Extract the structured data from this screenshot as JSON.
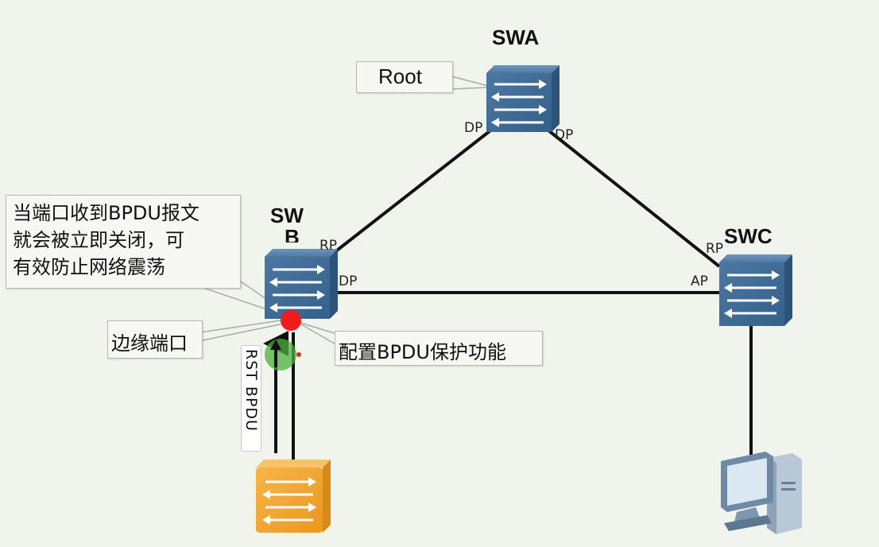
{
  "devices": {
    "swa": {
      "name": "SWA"
    },
    "swb": {
      "name_line1": "SW",
      "name_line2": "B"
    },
    "swc": {
      "name": "SWC"
    }
  },
  "ports": {
    "swa_left": "DP",
    "swa_right": "DP",
    "swb_rp": "RP",
    "swb_dp": "DP",
    "swc_rp": "RP",
    "swc_ap": "AP"
  },
  "callouts": {
    "root": "Root",
    "bpdu_note_lines": [
      "当端口收到BPDU报文",
      "就会被立即关闭，可",
      "有效防止网络震荡"
    ],
    "edge_port": "边缘端口",
    "bpdu_protect": "配置BPDU保护功能"
  },
  "arrow_label": "RST BPDU",
  "icons": {
    "switch": "switch-icon",
    "attacker_switch": "switch-icon",
    "pc": "computer-icon",
    "port_marker": "red-dot-icon",
    "cursor": "cursor-highlight-icon"
  },
  "colors": {
    "switch_blue": "#3e6a92",
    "switch_orange": "#f2a631",
    "port_red": "#ee1c1c",
    "highlight_green": "#4caf3f"
  }
}
